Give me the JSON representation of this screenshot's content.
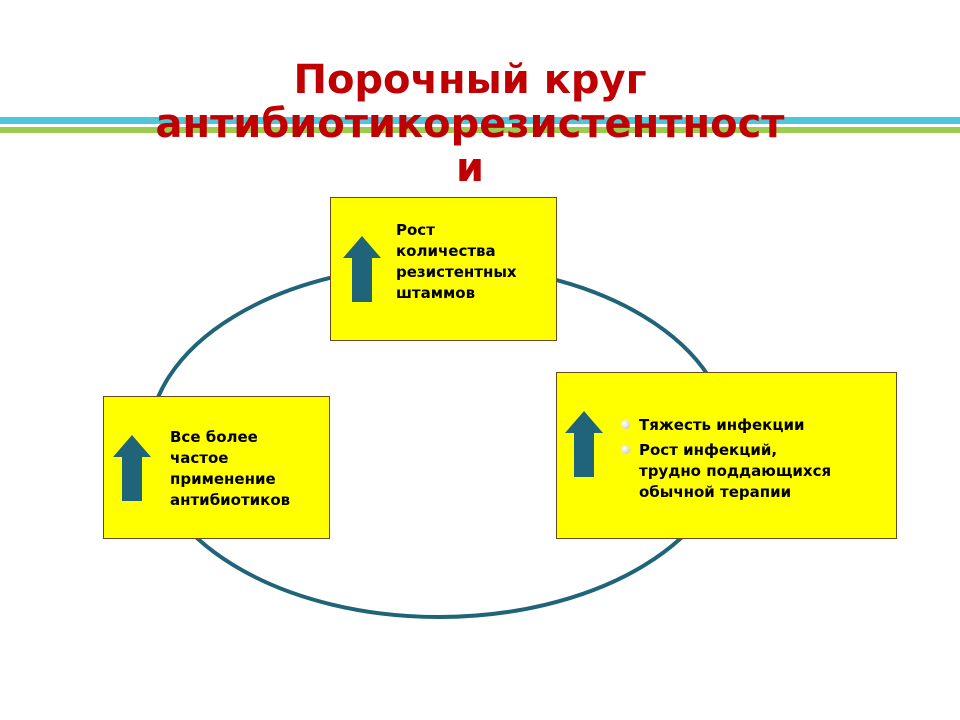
{
  "colors": {
    "title": "#c00000",
    "box_fill": "#ffff00",
    "box_border": "#6b4a1a",
    "arrow": "#1f6478",
    "circle": "#1f6478",
    "stripe_cyan": "#4dc7d9",
    "stripe_green": "#9ccc4e"
  },
  "title": {
    "line1": "Порочный круг",
    "line2": "антибиотикорезистентност",
    "line3": "и"
  },
  "boxes": {
    "top": {
      "icon": "up-arrow-icon",
      "lines": [
        "Рост",
        "количества",
        "резистентных",
        "штаммов"
      ]
    },
    "left": {
      "icon": "up-arrow-icon",
      "lines": [
        "Все более",
        "частое",
        "применение",
        "антибиотиков"
      ]
    },
    "right": {
      "icon": "up-arrow-icon",
      "bullets": [
        {
          "lines": [
            "Тяжесть инфекции"
          ]
        },
        {
          "lines": [
            "Рост инфекций,",
            "трудно поддающихся",
            "обычной терапии"
          ]
        }
      ]
    }
  }
}
